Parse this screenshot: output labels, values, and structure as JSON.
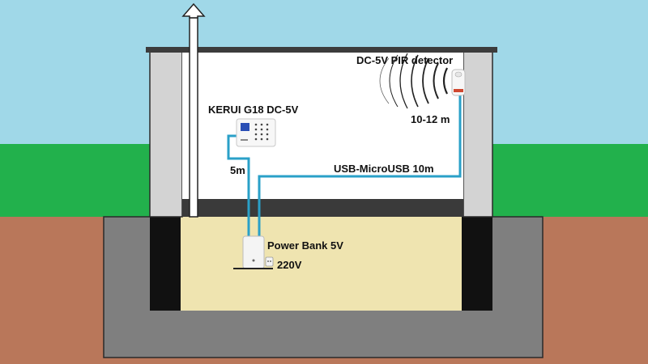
{
  "labels": {
    "pir": "DC-5V  PIR detector",
    "range": "10-12 m",
    "alarm": "KERUI G18 DC-5V",
    "cable_5m": "5m",
    "cable_usb": "USB-MicroUSB 10m",
    "power_bank": "Power Bank 5V",
    "mains": "220V"
  },
  "icons": {
    "vent_arrow": "arrow-up-icon",
    "alarm_panel": "keypad-panel-icon",
    "pir_sensor": "motion-sensor-icon",
    "signal": "signal-waves-icon",
    "power_bank": "power-bank-icon",
    "socket": "power-socket-icon"
  },
  "colors": {
    "sky": "#a0d8e8",
    "grass": "#22b14c",
    "soil": "#b9775a",
    "foundation": "#7f7f7f",
    "basement": "#efe4b0",
    "walls": "#d3d3d3",
    "roof": "#3c3c3c",
    "interior": "#ffffff",
    "cable": "#2aa0c8"
  }
}
